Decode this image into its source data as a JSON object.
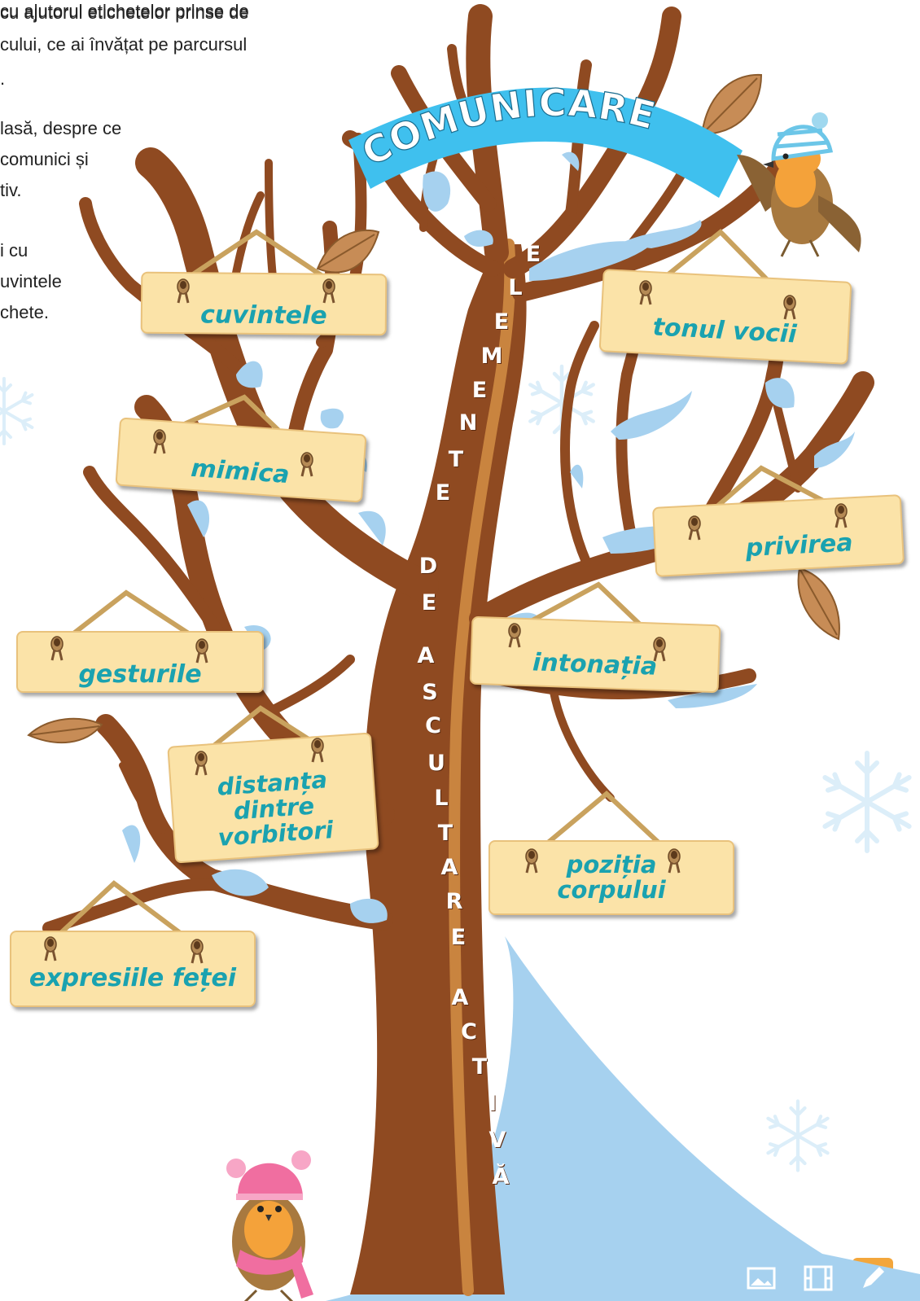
{
  "intro": {
    "line1": "cu ajutorul etichetelor prinse de",
    "line2": "cului, ce ai învățat pe parcursul",
    "line3": ".",
    "line4": "lasă, despre ce",
    "line5": "comunici și",
    "line6": "tiv.",
    "line7": "i cu",
    "line8": "uvintele",
    "line9": "chete."
  },
  "banner": {
    "title": "COMUNICARE"
  },
  "trunk_text": [
    "E",
    "L",
    "E",
    "M",
    "E",
    "N",
    "T",
    "E",
    "D",
    "E",
    "A",
    "S",
    "C",
    "U",
    "L",
    "T",
    "A",
    "R",
    "E",
    "A",
    "C",
    "T",
    "I",
    "V",
    "Ă"
  ],
  "labels": {
    "cuvintele": "cuvintele",
    "tonul_vocii": "tonul vocii",
    "mimica": "mimica",
    "privirea": "privirea",
    "gesturile": "gesturile",
    "intonatia": "intonația",
    "distanta_1": "distanța",
    "distanta_2": "dintre",
    "distanta_3": "vorbitori",
    "pozitia_1": "poziția",
    "pozitia_2": "corpului",
    "expresiile": "expresiile feței"
  },
  "colors": {
    "trunk": "#8f4a21",
    "trunk_light": "#c9843f",
    "snow": "#a6d1ef",
    "banner": "#3fc0ee",
    "label_text": "#1aa2b0",
    "label_bg": "#fbe3a8",
    "rope": "#c9a25e"
  },
  "toolbar": [
    "image-icon",
    "film-icon",
    "pencil-icon"
  ]
}
